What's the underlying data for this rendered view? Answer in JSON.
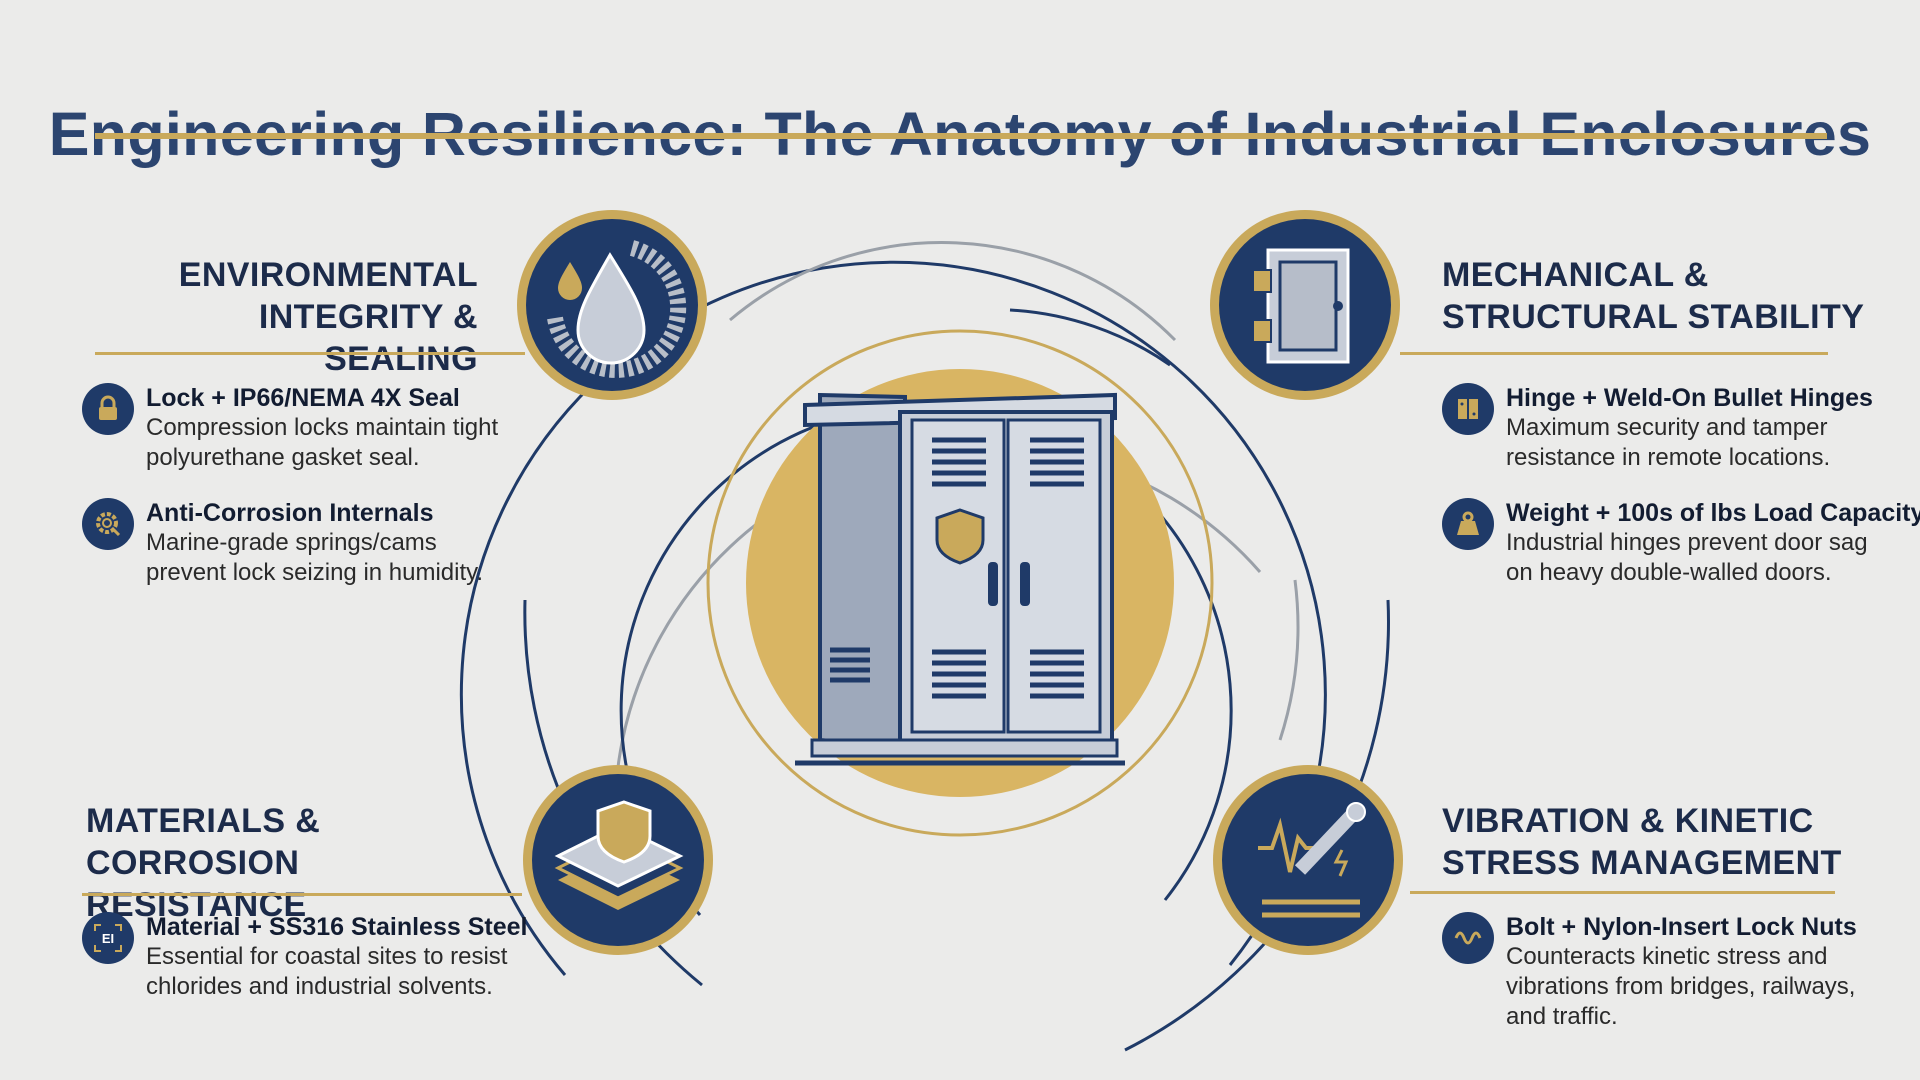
{
  "title": "Engineering Resilience: The Anatomy of Industrial Enclosures",
  "colors": {
    "navy": "#1f3a68",
    "gold": "#c9a95b",
    "background": "#ebebea"
  },
  "sections": {
    "environmental": {
      "heading": [
        "ENVIRONMENTAL",
        "INTEGRITY & SEALING"
      ],
      "icon": "water-drop-seal-icon",
      "items": [
        {
          "icon": "lock-icon",
          "label": "Lock + IP66/NEMA 4X Seal",
          "desc": [
            "Compression locks maintain tight",
            "polyurethane gasket seal."
          ]
        },
        {
          "icon": "gear-search-icon",
          "label": "Anti-Corrosion Internals",
          "desc": [
            "Marine-grade springs/cams",
            "prevent lock seizing in humidity."
          ]
        }
      ]
    },
    "mechanical": {
      "heading": [
        "MECHANICAL &",
        "STRUCTURAL STABILITY"
      ],
      "icon": "door-hinge-icon",
      "items": [
        {
          "icon": "hinge-icon",
          "label": "Hinge + Weld-On Bullet Hinges",
          "desc": [
            "Maximum security and tamper",
            "resistance in remote locations."
          ]
        },
        {
          "icon": "weight-icon",
          "label": "Weight + 100s of lbs Load Capacity",
          "desc": [
            "Industrial hinges prevent door sag",
            "on heavy double-walled doors."
          ]
        }
      ]
    },
    "materials": {
      "heading": [
        "MATERIALS &",
        "CORROSION RESISTANCE"
      ],
      "icon": "shield-layers-icon",
      "items": [
        {
          "icon": "material-icon",
          "icon_text": "EI",
          "label": "Material + SS316 Stainless Steel",
          "desc": [
            "Essential for coastal sites to resist",
            "chlorides and industrial solvents."
          ]
        }
      ]
    },
    "vibration": {
      "heading": [
        "VIBRATION & KINETIC",
        "STRESS MANAGEMENT"
      ],
      "icon": "spring-vibration-icon",
      "items": [
        {
          "icon": "wave-icon",
          "label": "Bolt + Nylon-Insert Lock Nuts",
          "desc": [
            "Counteracts kinetic stress and",
            "vibrations from bridges, railways,",
            "and traffic."
          ]
        }
      ]
    }
  },
  "center": {
    "icon": "enclosure-cabinet-icon"
  }
}
